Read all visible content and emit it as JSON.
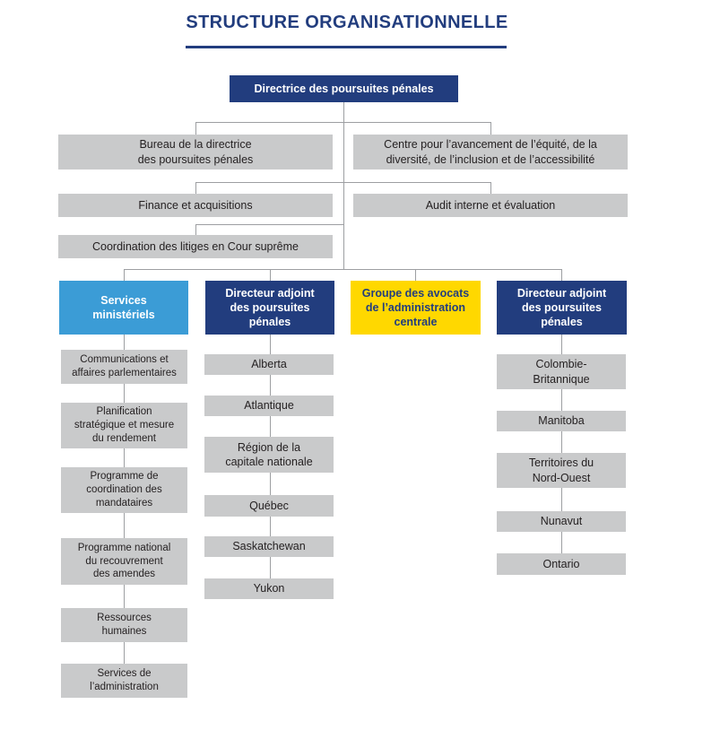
{
  "title": "STRUCTURE ORGANISATIONNELLE",
  "colors": {
    "navy": "#223d7e",
    "light_blue": "#3b9cd6",
    "yellow": "#ffd800",
    "gray_box": "#c9cacb",
    "connector_line": "#9d9fa2"
  },
  "root": {
    "label": "Directrice des poursuites pénales"
  },
  "offices": {
    "bureau": "Bureau de la directrice\ndes poursuites pénales",
    "centre": "Centre pour l’avancement de l’équité, de la\ndiversité, de l’inclusion et de l’accessibilité",
    "finance": "Finance et acquisitions",
    "audit": "Audit interne et évaluation",
    "coordination": "Coordination des litiges en Cour suprême"
  },
  "columns": [
    {
      "header": "Services\nministériels",
      "style": "light_blue",
      "items": [
        "Communications et\naffaires parlementaires",
        "Planification\nstratégique et mesure\ndu rendement",
        "Programme de\ncoordination des\nmandataires",
        "Programme national\ndu recouvrement\ndes amendes",
        "Ressources\nhumaines",
        "Services de\nl’administration"
      ]
    },
    {
      "header": "Directeur adjoint\ndes poursuites\npénales",
      "style": "navy",
      "items": [
        "Alberta",
        "Atlantique",
        "Région de la\ncapitale nationale",
        "Québec",
        "Saskatchewan",
        "Yukon"
      ]
    },
    {
      "header": "Groupe des avocats\nde l’administration\ncentrale",
      "style": "yellow",
      "items": []
    },
    {
      "header": "Directeur adjoint\ndes poursuites\npénales",
      "style": "navy",
      "items": [
        "Colombie-\nBritannique",
        "Manitoba",
        "Territoires du\nNord-Ouest",
        "Nunavut",
        "Ontario"
      ]
    }
  ]
}
